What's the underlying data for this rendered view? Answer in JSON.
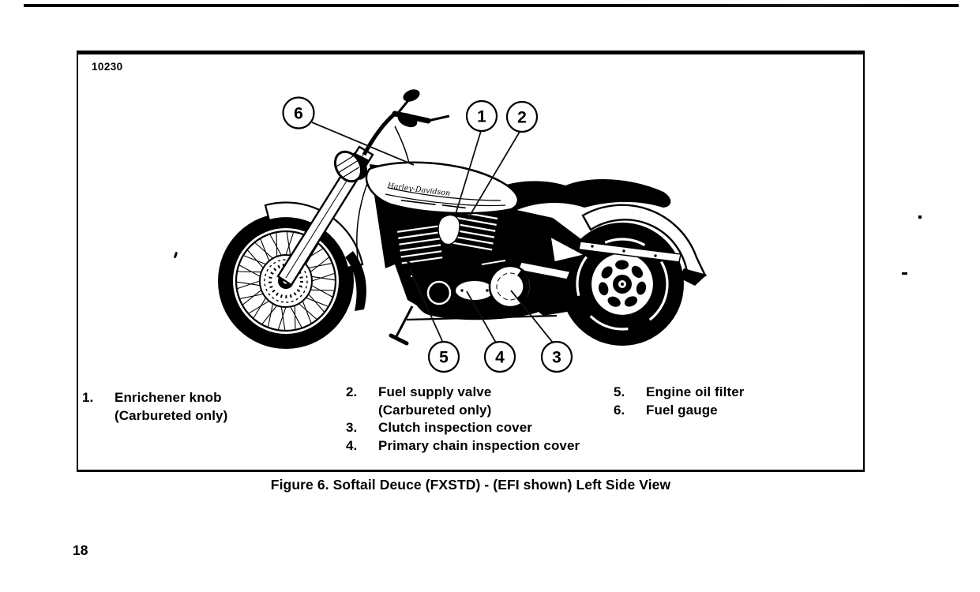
{
  "figure": {
    "image_id": "10230",
    "caption": "Figure 6. Softail Deuce (FXSTD) - (EFI shown) Left Side View",
    "tank_logo": "Harley-Davidson",
    "callout_labels": [
      "1",
      "2",
      "3",
      "4",
      "5",
      "6"
    ]
  },
  "legend": {
    "columns": [
      {
        "items": [
          {
            "num": "1.",
            "lines": [
              "Enrichener knob",
              "(Carbureted only)"
            ]
          }
        ]
      },
      {
        "items": [
          {
            "num": "2.",
            "lines": [
              "Fuel supply valve",
              "(Carbureted only)"
            ]
          },
          {
            "num": "3.",
            "lines": [
              "Clutch inspection cover"
            ]
          },
          {
            "num": "4.",
            "lines": [
              "Primary chain inspection cover"
            ]
          }
        ]
      },
      {
        "items": [
          {
            "num": "5.",
            "lines": [
              "Engine oil filter"
            ]
          },
          {
            "num": "6.",
            "lines": [
              "Fuel gauge"
            ]
          }
        ]
      }
    ]
  },
  "page": {
    "number": "18"
  }
}
